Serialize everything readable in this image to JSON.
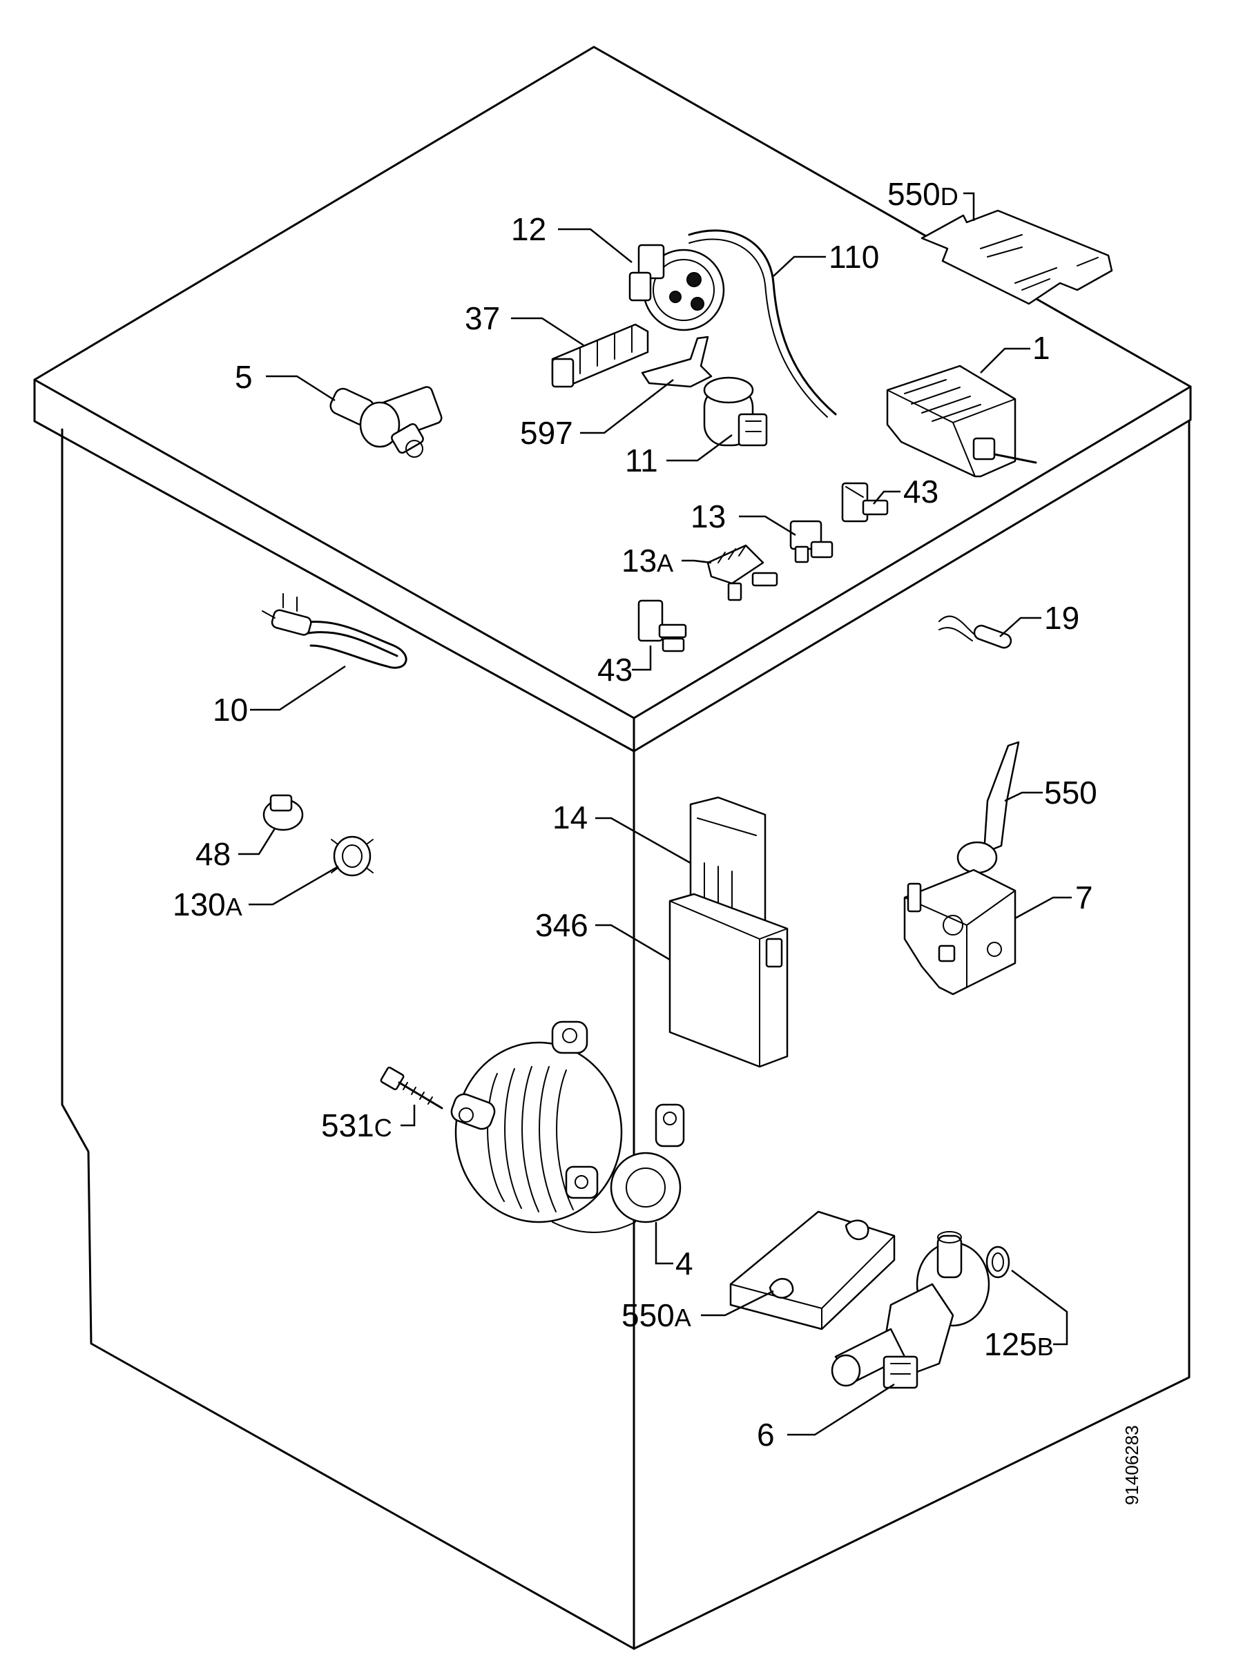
{
  "diagram": {
    "document_number": "91406283",
    "labels": [
      {
        "id": "550D",
        "main": "550",
        "suffix": "D"
      },
      {
        "id": "12",
        "main": "12",
        "suffix": ""
      },
      {
        "id": "110",
        "main": "110",
        "suffix": ""
      },
      {
        "id": "37",
        "main": "37",
        "suffix": ""
      },
      {
        "id": "5",
        "main": "5",
        "suffix": ""
      },
      {
        "id": "1",
        "main": "1",
        "suffix": ""
      },
      {
        "id": "597",
        "main": "597",
        "suffix": ""
      },
      {
        "id": "11",
        "main": "11",
        "suffix": ""
      },
      {
        "id": "43a",
        "main": "43",
        "suffix": ""
      },
      {
        "id": "13",
        "main": "13",
        "suffix": ""
      },
      {
        "id": "13A",
        "main": "13",
        "suffix": "A"
      },
      {
        "id": "19",
        "main": "19",
        "suffix": ""
      },
      {
        "id": "43b",
        "main": "43",
        "suffix": ""
      },
      {
        "id": "10",
        "main": "10",
        "suffix": ""
      },
      {
        "id": "550",
        "main": "550",
        "suffix": ""
      },
      {
        "id": "14",
        "main": "14",
        "suffix": ""
      },
      {
        "id": "48",
        "main": "48",
        "suffix": ""
      },
      {
        "id": "7",
        "main": "7",
        "suffix": ""
      },
      {
        "id": "130A",
        "main": "130",
        "suffix": "A"
      },
      {
        "id": "346",
        "main": "346",
        "suffix": ""
      },
      {
        "id": "531C",
        "main": "531",
        "suffix": "C"
      },
      {
        "id": "4",
        "main": "4",
        "suffix": ""
      },
      {
        "id": "550A",
        "main": "550",
        "suffix": "A"
      },
      {
        "id": "125B",
        "main": "125",
        "suffix": "B"
      },
      {
        "id": "6",
        "main": "6",
        "suffix": ""
      }
    ]
  }
}
